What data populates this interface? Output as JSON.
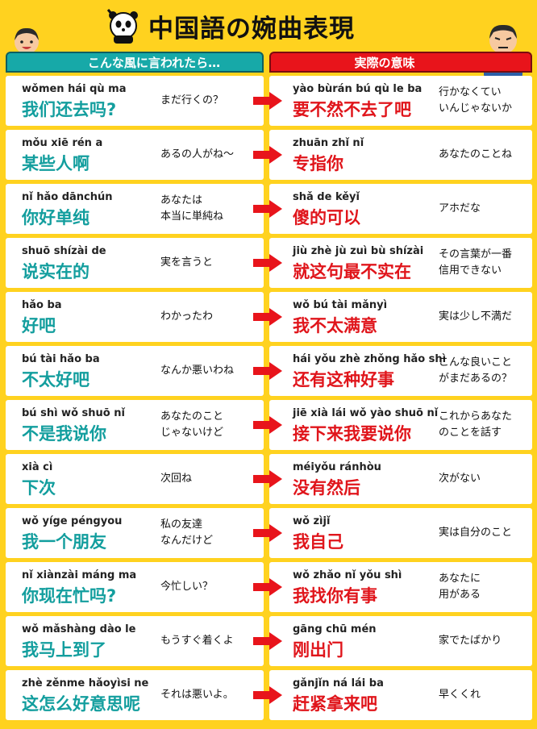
{
  "title": "中国語の婉曲表現",
  "headers": {
    "left": "こんな風に言われたら…",
    "right": "実際の意味"
  },
  "colors": {
    "background": "#ffd21f",
    "teal": "#17a9a8",
    "red": "#e8141b"
  },
  "rows": [
    {
      "said_pinyin": "wǒmen hái qù ma",
      "said_hanzi": "我们还去吗?",
      "said_ja": "まだ行くの？",
      "meant_pinyin": "yào bùrán bú qù le ba",
      "meant_hanzi": "要不然不去了吧",
      "meant_ja": "行かなくてい\nいんじゃないか"
    },
    {
      "said_pinyin": "mǒu xiē rén a",
      "said_hanzi": "某些人啊",
      "said_ja": "あるの人がね〜",
      "meant_pinyin": "zhuān zhǐ nǐ",
      "meant_hanzi": "专指你",
      "meant_ja": "あなたのことね"
    },
    {
      "said_pinyin": "nǐ hǎo dānchún",
      "said_hanzi": "你好单纯",
      "said_ja": "あなたは\n本当に単純ね",
      "meant_pinyin": "shǎ de kěyǐ",
      "meant_hanzi": "傻的可以",
      "meant_ja": "アホだな"
    },
    {
      "said_pinyin": "shuō shízài de",
      "said_hanzi": "说实在的",
      "said_ja": "実を言うと",
      "meant_pinyin": "jiù zhè jù zuì bù shízài",
      "meant_hanzi": "就这句最不实在",
      "meant_ja": "その言葉が一番\n信用できない"
    },
    {
      "said_pinyin": "hǎo ba",
      "said_hanzi": "好吧",
      "said_ja": "わかったわ",
      "meant_pinyin": "wǒ bú tài mǎnyì",
      "meant_hanzi": "我不太满意",
      "meant_ja": "実は少し不満だ"
    },
    {
      "said_pinyin": "bú tài hǎo ba",
      "said_hanzi": "不太好吧",
      "said_ja": "なんか悪いわね",
      "meant_pinyin": "hái yǒu zhè zhǒng hǎo shì",
      "meant_hanzi": "还有这种好事",
      "meant_ja": "こんな良いこと\nがまだあるの？"
    },
    {
      "said_pinyin": "bú shì wǒ shuō nǐ",
      "said_hanzi": "不是我说你",
      "said_ja": "あなたのこと\nじゃないけど",
      "meant_pinyin": "jiē xià lái wǒ yào shuō nǐ",
      "meant_hanzi": "接下来我要说你",
      "meant_ja": "これからあなた\nのことを話す"
    },
    {
      "said_pinyin": "xià cì",
      "said_hanzi": "下次",
      "said_ja": "次回ね",
      "meant_pinyin": "méiyǒu ránhòu",
      "meant_hanzi": "没有然后",
      "meant_ja": "次がない"
    },
    {
      "said_pinyin": "wǒ yíge péngyou",
      "said_hanzi": "我一个朋友",
      "said_ja": "私の友達\nなんだけど",
      "meant_pinyin": "wǒ zìjǐ",
      "meant_hanzi": "我自己",
      "meant_ja": "実は自分のこと"
    },
    {
      "said_pinyin": "nǐ xiànzài máng ma",
      "said_hanzi": "你现在忙吗?",
      "said_ja": "今忙しい？",
      "meant_pinyin": "wǒ zhǎo nǐ yǒu shì",
      "meant_hanzi": "我找你有事",
      "meant_ja": "あなたに\n用がある"
    },
    {
      "said_pinyin": "wǒ mǎshàng dào le",
      "said_hanzi": "我马上到了",
      "said_ja": "もうすぐ着くよ",
      "meant_pinyin": "gāng chū mén",
      "meant_hanzi": "刚出门",
      "meant_ja": "家でたばかり"
    },
    {
      "said_pinyin": "zhè zěnme hǎoyìsi ne",
      "said_hanzi": "这怎么好意思呢",
      "said_ja": "それは悪いよ。",
      "meant_pinyin": "gǎnjǐn ná lái ba",
      "meant_hanzi": "赶紧拿来吧",
      "meant_ja": "早くくれ"
    }
  ]
}
